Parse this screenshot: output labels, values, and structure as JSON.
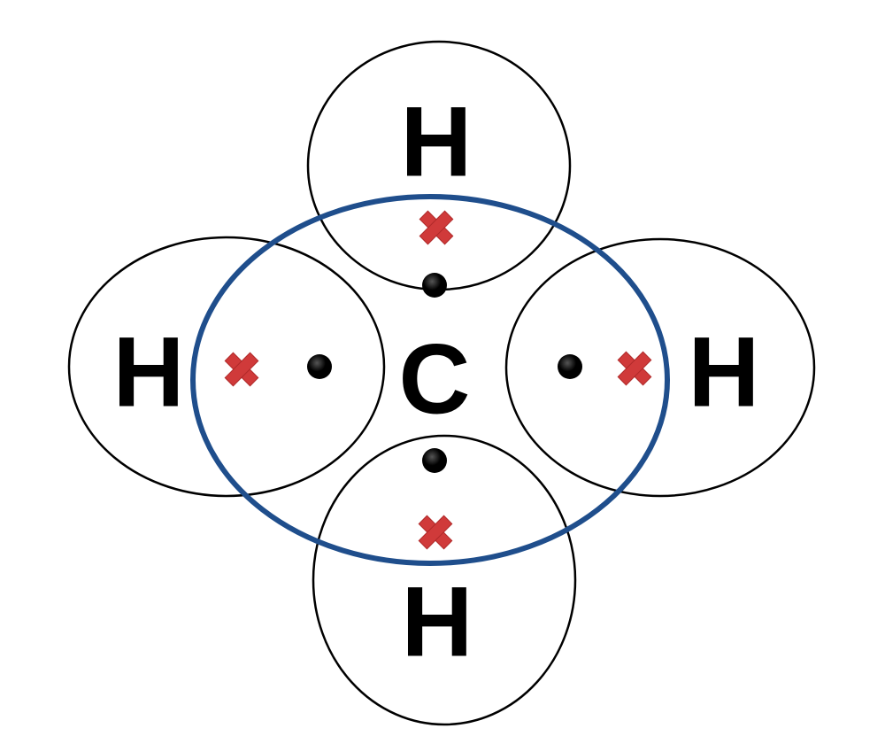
{
  "diagram": {
    "atoms": {
      "h_top": "H",
      "h_left": "H",
      "center": "C",
      "h_right": "H",
      "h_bottom": "H"
    },
    "colors": {
      "carbon_shell": "#1f4e8c",
      "hydrogen_shell": "#000000",
      "cross": "#d03a3a",
      "dot": "#000000"
    }
  }
}
